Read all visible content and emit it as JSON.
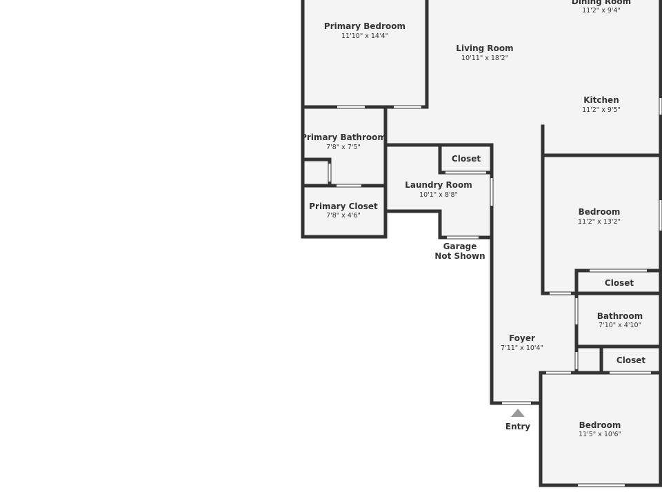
{
  "floor_plan": {
    "colors": {
      "floor": "#f4f4f4",
      "wall": "#333333",
      "window": "#ffffff",
      "entry_marker": "#999999",
      "text": "#333333"
    },
    "rooms": {
      "dining_room": {
        "name": "Dining Room",
        "dims": "11'2\" x 9'4\""
      },
      "primary_bedroom": {
        "name": "Primary Bedroom",
        "dims": "11'10\" x 14'4\""
      },
      "living_room": {
        "name": "Living Room",
        "dims": "10'11\" x 18'2\""
      },
      "kitchen": {
        "name": "Kitchen",
        "dims": "11'2\" x 9'5\""
      },
      "primary_bathroom": {
        "name": "Primary Bathroom",
        "dims": "7'8\" x 7'5\""
      },
      "closet_laundry": {
        "name": "Closet"
      },
      "laundry_room": {
        "name": "Laundry Room",
        "dims": "10'1\" x 8'8\""
      },
      "primary_closet": {
        "name": "Primary Closet",
        "dims": "7'8\" x 4'6\""
      },
      "bedroom_upper": {
        "name": "Bedroom",
        "dims": "11'2\" x 13'2\""
      },
      "closet_upper": {
        "name": "Closet"
      },
      "bathroom": {
        "name": "Bathroom",
        "dims": "7'10\" x 4'10\""
      },
      "foyer": {
        "name": "Foyer",
        "dims": "7'11\" x 10'4\""
      },
      "closet_lower": {
        "name": "Closet"
      },
      "bedroom_lower": {
        "name": "Bedroom",
        "dims": "11'5\" x 10'6\""
      }
    },
    "garage": {
      "line1": "Garage",
      "line2": "Not Shown"
    },
    "entry": {
      "label": "Entry"
    }
  }
}
